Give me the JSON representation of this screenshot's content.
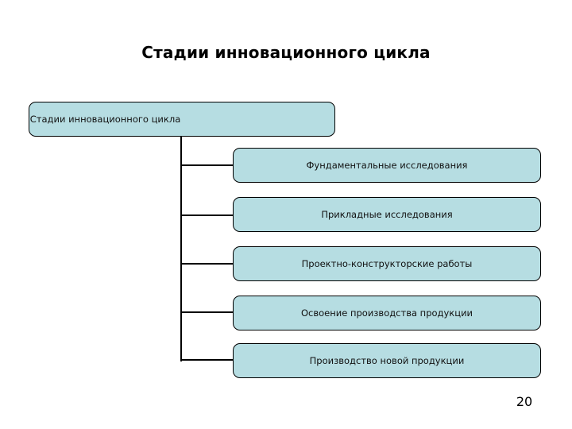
{
  "slide": {
    "title": "Стадии инновационного цикла",
    "page_number": "20",
    "background_color": "#ffffff"
  },
  "diagram": {
    "type": "hierarchy-tree",
    "node_fill_color": "#b6dde2",
    "node_border_color": "#000000",
    "connector_color": "#000000",
    "root": {
      "label": "Стадии инновационного цикла"
    },
    "children": [
      {
        "label": "Фундаментальные исследования"
      },
      {
        "label": "Прикладные исследования"
      },
      {
        "label": "Проектно-конструкторские работы"
      },
      {
        "label": "Освоение производства продукции"
      },
      {
        "label": "Производство новой продукции"
      }
    ]
  }
}
